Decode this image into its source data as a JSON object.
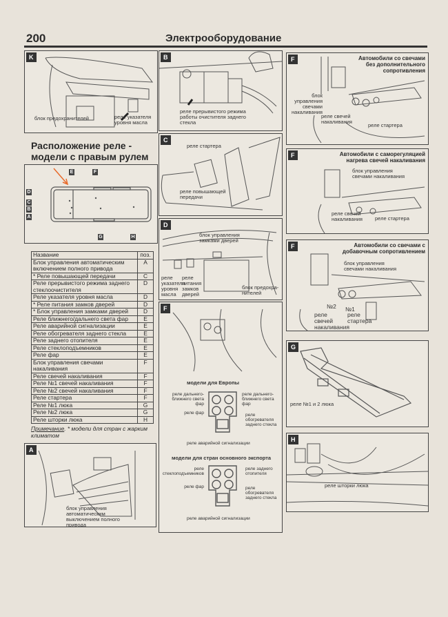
{
  "header": {
    "page_number": "200",
    "title": "Электрооборудование"
  },
  "panels": {
    "K": {
      "tag": "K",
      "labels": [
        "блок предохранителей",
        "реле указателя уровня масла"
      ]
    },
    "B": {
      "tag": "B",
      "labels": [
        "реле прерывистого режима работы очистителя заднего стекла"
      ]
    },
    "C": {
      "tag": "C",
      "labels": [
        "реле стартера",
        "реле повышающей передачи"
      ]
    },
    "D": {
      "tag": "D",
      "labels": [
        "блок управления замками дверей",
        "реле указателя уровня масла",
        "реле питания замков дверей",
        "блок предохра-нителей"
      ]
    },
    "F_main": {
      "tag": "F",
      "europe": {
        "title": "модели для Европы",
        "labels": [
          "реле дальнего-ближнего света фар",
          "реле дальнего-ближнего света фар",
          "реле фар",
          "реле обогревателя заднего стекла",
          "реле аварийной сигнализации"
        ]
      },
      "export": {
        "title": "модели для стран основного экспорта",
        "labels": [
          "реле стеклоподъемников",
          "реле заднего отопителя",
          "реле фар",
          "реле обогревателя заднего стекла",
          "реле аварийной сигнализации"
        ]
      }
    },
    "F1": {
      "tag": "F",
      "title": "Автомобили со свечами без дополнительного сопротивления",
      "labels": [
        "блок управления свечами накаливания",
        "реле свечей накаливания",
        "реле стартера"
      ]
    },
    "F2": {
      "tag": "F",
      "title": "Автомобили с саморегуляцией нагрева свечей накаливания",
      "labels": [
        "блок управления свечами накаливания",
        "реле свечей накаливания",
        "реле стартера"
      ]
    },
    "F3": {
      "tag": "F",
      "title": "Автомобили со свечами с добавочным сопротивлением",
      "labels": [
        "блок управления свечами накаливания",
        "№2",
        "№1",
        "реле свечей накаливания",
        "реле стартера"
      ]
    },
    "G": {
      "tag": "G",
      "labels": [
        "реле №1 и 2 люка"
      ]
    },
    "H": {
      "tag": "H",
      "labels": [
        "реле шторки люка"
      ]
    },
    "A": {
      "tag": "A",
      "labels": [
        "блок управления автоматическим выключением полного привода"
      ]
    }
  },
  "layout_section": {
    "heading": "Расположение реле - модели с правым рулем",
    "markers": [
      "E",
      "F",
      "D",
      "C",
      "B",
      "A",
      "G",
      "H"
    ]
  },
  "table": {
    "headers": [
      "Название",
      "поз."
    ],
    "rows": [
      [
        "Блок управления автоматическим включением полного привода",
        "A"
      ],
      [
        "* Реле повышающей передачи",
        "C"
      ],
      [
        "Реле прерывистого режима заднего стеклоочистителя",
        "D"
      ],
      [
        "Реле указателя уровня масла",
        "D"
      ],
      [
        "* Реле питания замков дверей",
        "D"
      ],
      [
        "* Блок управления замками дверей",
        "D"
      ],
      [
        "Реле ближнего/дальнего света фар",
        "E"
      ],
      [
        "Реле аварийной сигнализации",
        "E"
      ],
      [
        "Реле обогревателя заднего стекла",
        "E"
      ],
      [
        "Реле заднего отопителя",
        "E"
      ],
      [
        "Реле стеклоподъемников",
        "E"
      ],
      [
        "Реле фар",
        "E"
      ],
      [
        "Блок управления свечами накаливания",
        "F"
      ],
      [
        "Реле свечей накаливания",
        "F"
      ],
      [
        "Реле №1 свечей накаливания",
        "F"
      ],
      [
        "Реле №2 свечей накаливания",
        "F"
      ],
      [
        "Реле стартера",
        "F"
      ],
      [
        "Реле №1 люка",
        "G"
      ],
      [
        "Реле №2 люка",
        "G"
      ],
      [
        "Реле шторки люка",
        "H"
      ]
    ]
  },
  "note": {
    "label": "Примечание",
    "text": ". * модели для стран с жарким климатом"
  },
  "colors": {
    "paper": "#e8e3da",
    "ink": "#2a2a2a",
    "arrow": "#e86a2a"
  }
}
